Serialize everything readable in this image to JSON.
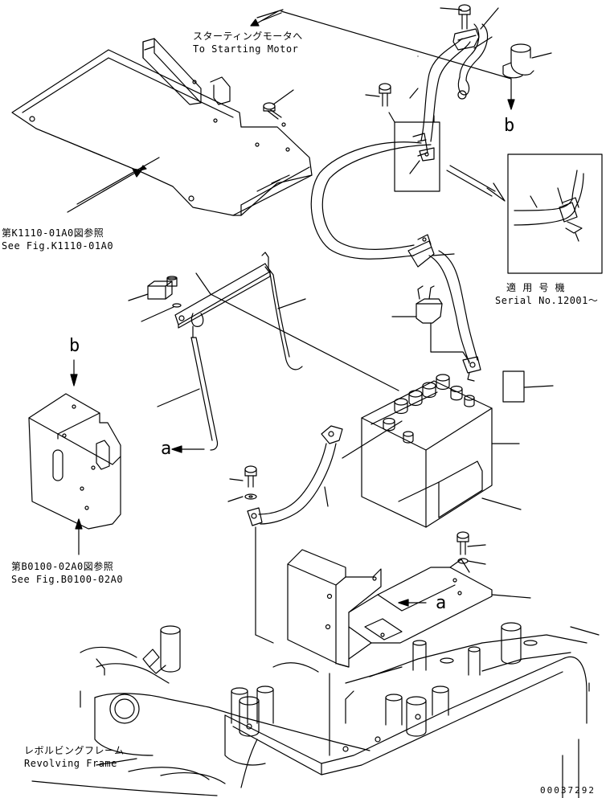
{
  "labels": {
    "starting_motor_jp": "スターティングモータへ",
    "starting_motor_en": "To Starting Motor",
    "fig_k_jp": "第K1110-01A0図参照",
    "fig_k_en": "See Fig.K1110-01A0",
    "serial_jp": "適 用 号 機",
    "serial_en": "Serial No.12001～",
    "fig_b_jp": "第B0100-02A0図参照",
    "fig_b_en": "See Fig.B0100-02A0",
    "frame_jp": "レボルビングフレーム",
    "frame_en": "Revolving Frame",
    "ref_b_top": "b",
    "ref_b_left": "b",
    "ref_a_left": "a",
    "ref_a_right": "a",
    "drawing_number": "00037292"
  },
  "colors": {
    "line": "#000000",
    "background": "#ffffff"
  }
}
